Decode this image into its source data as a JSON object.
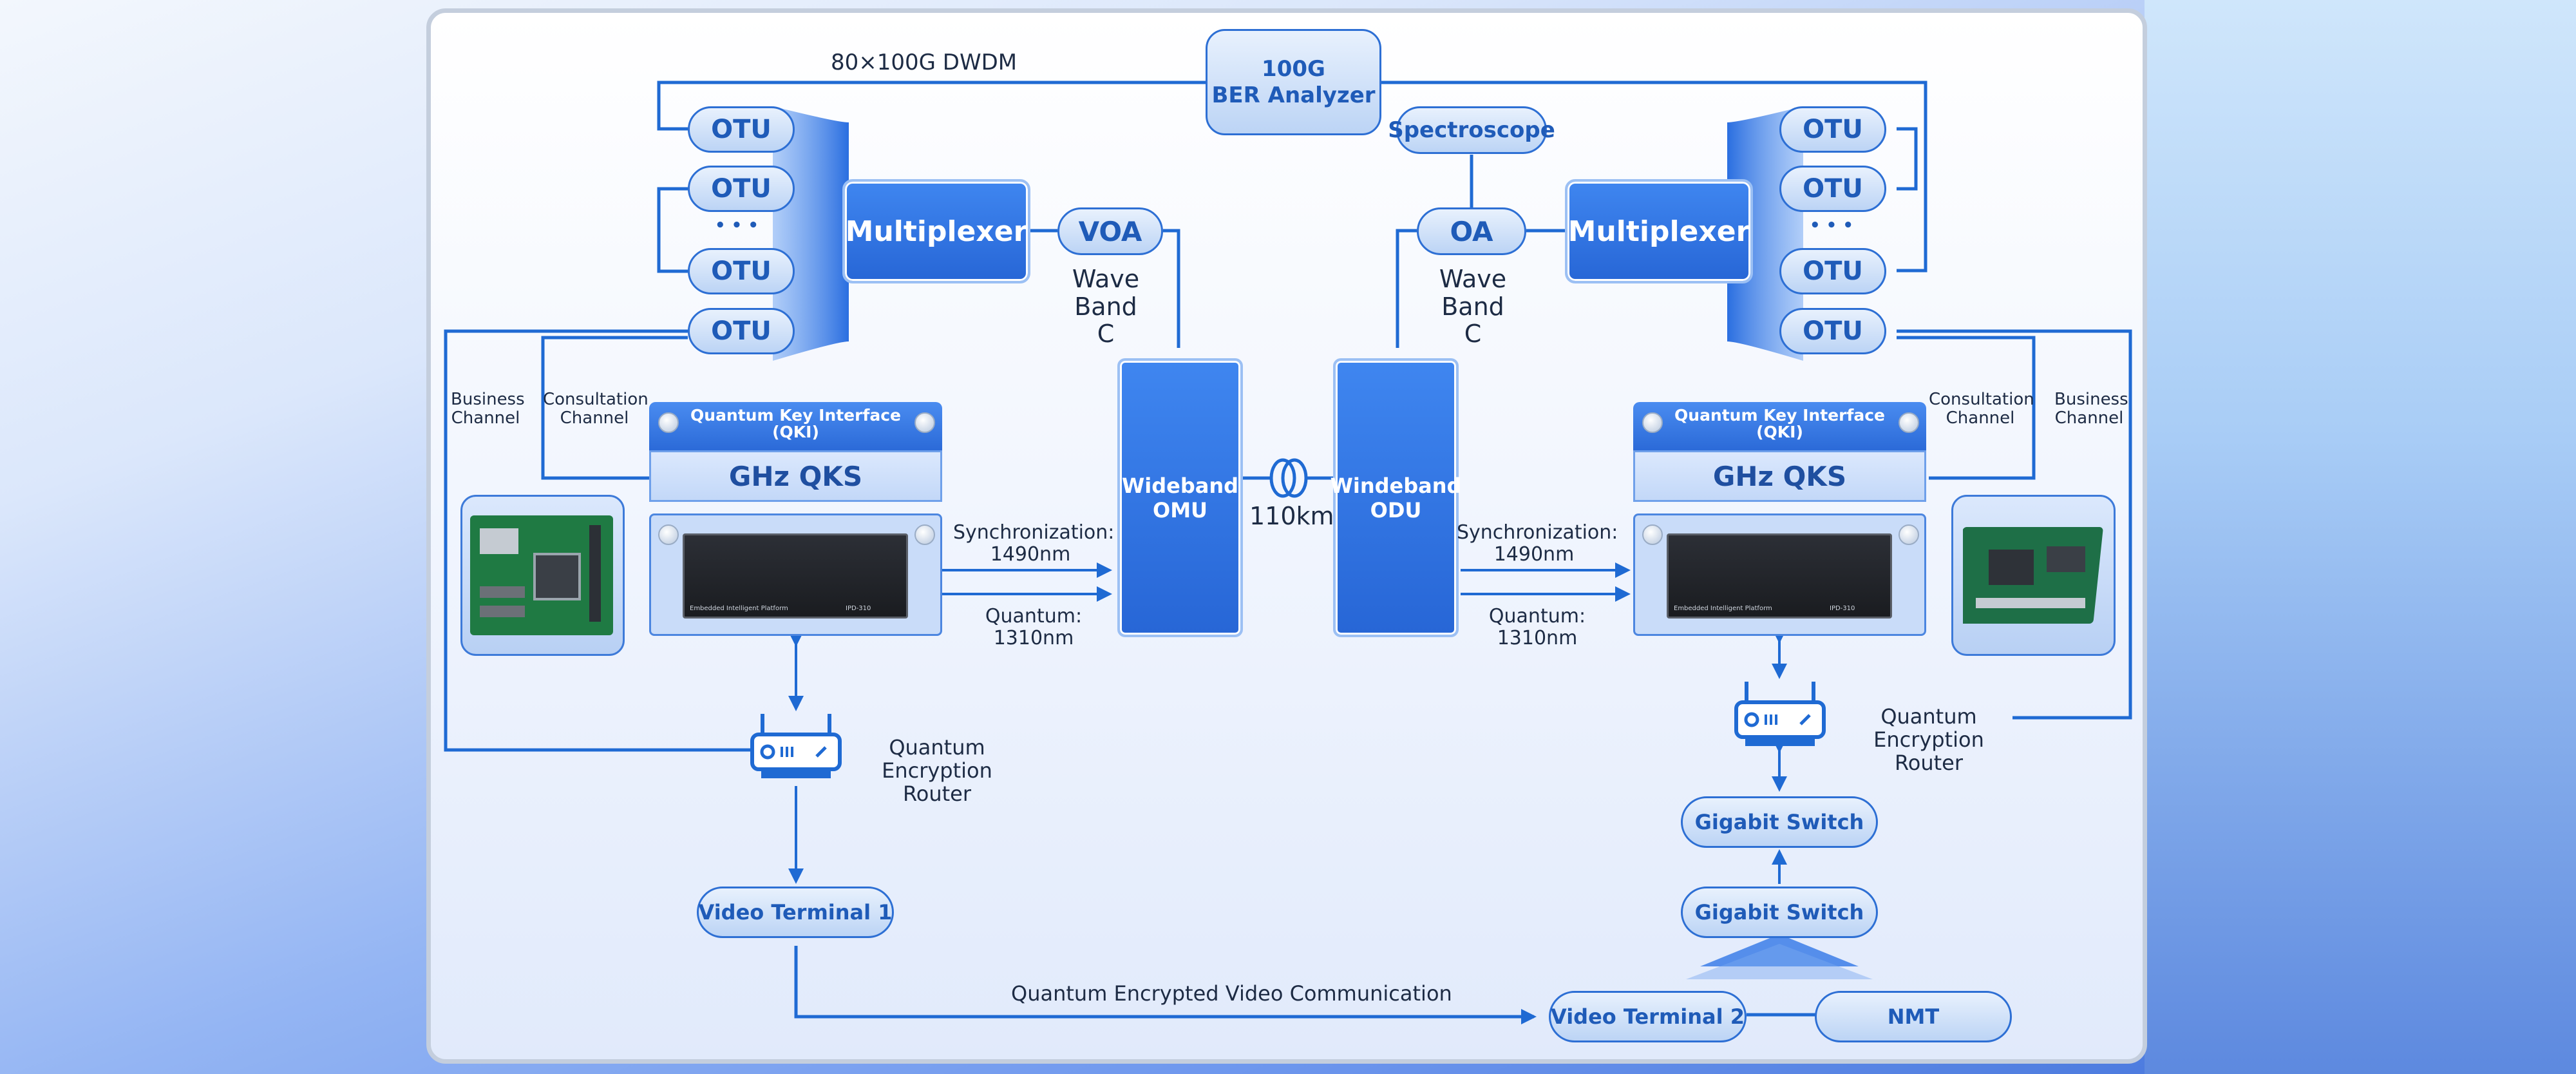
{
  "colors": {
    "accent": "#2d6fd4",
    "line": "#1f6ad3",
    "box_fill": "#3277e6",
    "text": "#1d2b44"
  },
  "top": {
    "dwdm_label": "80×100G DWDM",
    "ber_analyzer": "100G\nBER Analyzer"
  },
  "left": {
    "otu_labels": [
      "OTU",
      "OTU",
      "OTU",
      "OTU"
    ],
    "ellipsis": "• • •",
    "multiplexer": "Multiplexer",
    "voa": "VOA",
    "wave_band": "Wave\nBand C",
    "business_channel": "Business\nChannel",
    "consultation_channel": "Consultation\nChannel",
    "qki_title": "Quantum Key Interface\n(QKI)",
    "qks": "GHz QKS",
    "sync": "Synchronization:\n1490nm",
    "quantum": "Quantum:\n1310nm",
    "router": "Quantum\nEncryption Router",
    "video_terminal": "Video Terminal 1"
  },
  "center": {
    "omu": "Wideband\nOMU",
    "odu": "Windeband\nODU",
    "distance": "110km"
  },
  "right": {
    "spectroscope": "Spectroscope",
    "oa": "OA",
    "multiplexer": "Multiplexer",
    "otu_labels": [
      "OTU",
      "OTU",
      "OTU",
      "OTU"
    ],
    "ellipsis": "• • •",
    "wave_band": "Wave\nBand C",
    "consultation_channel": "Consultation\nChannel",
    "business_channel": "Business\nChannel",
    "qki_title": "Quantum Key Interface\n(QKI)",
    "qks": "GHz QKS",
    "sync": "Synchronization:\n1490nm",
    "quantum": "Quantum:\n1310nm",
    "router": "Quantum\nEncryption Router",
    "gigabit_switch_1": "Gigabit Switch",
    "gigabit_switch_2": "Gigabit Switch",
    "video_terminal": "Video Terminal 2",
    "nmt": "NMT"
  },
  "bottom": {
    "video_comm": "Quantum Encrypted Video Communication"
  },
  "server": {
    "brand": "Embedded Intelligent Platform",
    "model": "IPD-310"
  }
}
